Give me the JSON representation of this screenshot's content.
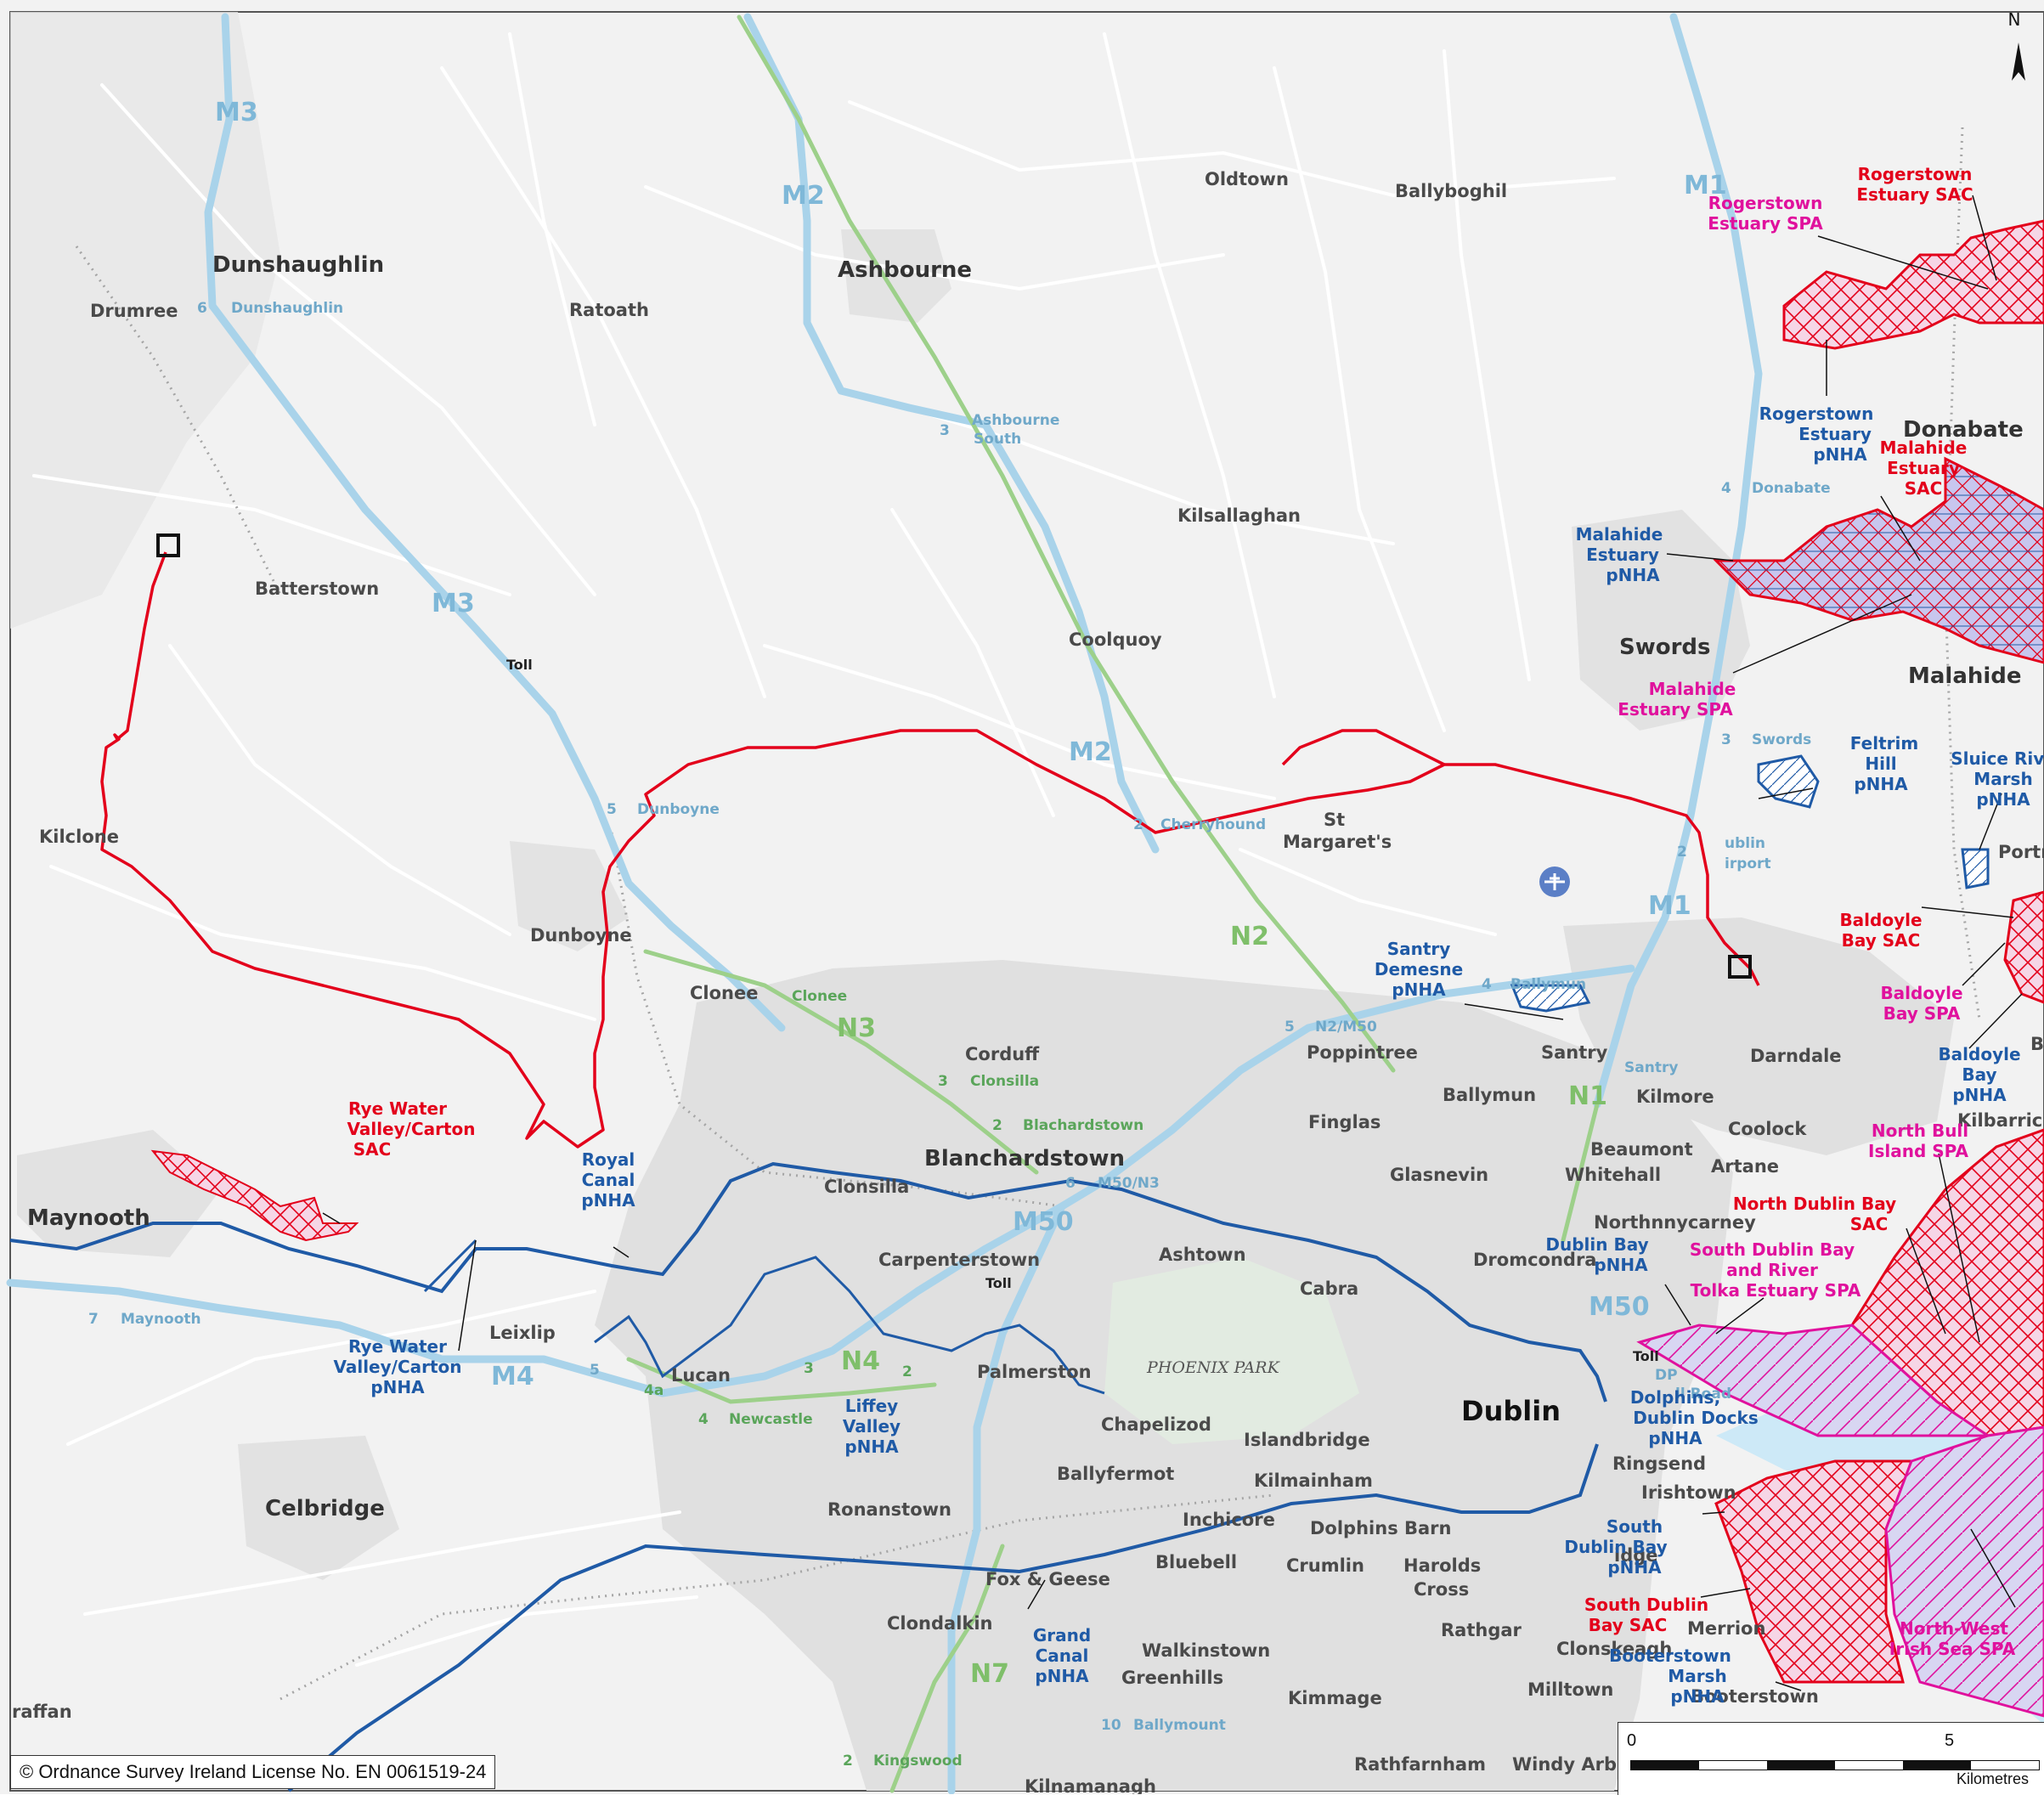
{
  "copyright": "© Ordnance Survey Ireland License No. EN 0061519-24",
  "scale": {
    "zero": "0",
    "five": "5",
    "unit": "Kilometres"
  },
  "north": "N",
  "colors": {
    "route": "#e3001b",
    "canal": "#1f5aa6",
    "sac": "#e3001b",
    "spa": "#e0119d",
    "pnha": "#1f5aa6",
    "motorway": "#a9d3ea",
    "national_road": "#9dd08a",
    "sea": "#cde9f7"
  },
  "roads": {
    "m3_a": "M3",
    "m3_b": "M3",
    "m2_a": "M2",
    "m2_b": "M2",
    "m1_a": "M1",
    "m1_b": "M1",
    "m50_a": "M50",
    "m50_b": "M50",
    "m4": "M4",
    "n2": "N2",
    "n3": "N3",
    "n4": "N4",
    "n7": "N7",
    "n1": "N1"
  },
  "junctions": {
    "j6": "6",
    "dunshaughlin": "Dunshaughlin",
    "j3a": "3",
    "ashbourne_south": "Ashbourne",
    "ashbourne_south2": "South",
    "j4": "4",
    "donabate": "Donabate",
    "j3b": "3",
    "swords": "Swords",
    "j2a": "2",
    "dublin_airport": "ublin",
    "dublin_airport2": "irport",
    "j5a": "5",
    "dunboyne": "Dunboyne",
    "j2b": "2",
    "cherryhound": "Cherryhound",
    "j4b": "4",
    "ballymun": "Ballymun",
    "j5b": "5",
    "n2m50": "N2/M50",
    "santry": "Santry",
    "clonee": "Clonee",
    "j3c": "3",
    "clonsilla": "Clonsilla",
    "j2c": "2",
    "blanchardstown": "Blachardstown",
    "j6b": "6",
    "m50n3": "M50/N3",
    "j7": "7",
    "maynooth": "Maynooth",
    "j5c": "5",
    "j4a": "4a",
    "j4c": "4",
    "newcastle": "Newcastle",
    "j3d": "3",
    "j2d": "2",
    "j10": "10",
    "ballymount": "Ballymount",
    "j2e": "2",
    "kingswood": "Kingswood",
    "port_road": "ll Road",
    "dp": "DP"
  },
  "places": {
    "dunshaughlin": "Dunshaughlin",
    "drumree": "Drumree",
    "ratoath": "Ratoath",
    "ashbourne": "Ashbourne",
    "oldtown": "Oldtown",
    "ballyboghil": "Ballyboghil",
    "batterstown": "Batterstown",
    "kilsallaghan": "Kilsallaghan",
    "coolquoy": "Coolquoy",
    "swords": "Swords",
    "donabate": "Donabate",
    "malahide": "Malahide",
    "kilclone": "Kilclone",
    "st_margarets1": "St",
    "st_margarets2": "Margaret's",
    "dunboyne": "Dunboyne",
    "clonee": "Clonee",
    "corduff": "Corduff",
    "poppintree": "Poppintree",
    "santry": "Santry",
    "ballymun": "Ballymun",
    "kilmore": "Kilmore",
    "darndale": "Darndale",
    "finglas": "Finglas",
    "coolock": "Coolock",
    "kilbarrick": "Kilbarrick",
    "beaumont": "Beaumont",
    "artane": "Artane",
    "blanchardstown": "Blanchardstown",
    "glasnevin": "Glasnevin",
    "whitehall": "Whitehall",
    "clonsilla": "Clonsilla",
    "maynooth": "Maynooth",
    "northnnycarney": "Northnnycarney",
    "drumcondra": "Dromcondra",
    "carpenterstown": "Carpenterstown",
    "ashtown": "Ashtown",
    "cabra": "Cabra",
    "leixlip": "Leixlip",
    "lucan": "Lucan",
    "palmerston": "Palmerston",
    "dublin": "Dublin",
    "chapelizod": "Chapelizod",
    "islandbridge": "Islandbridge",
    "ringsend": "Ringsend",
    "celbridge": "Celbridge",
    "ballyfermot": "Ballyfermot",
    "kilmainham": "Kilmainham",
    "irishtown": "Irishtown",
    "ronanstown": "Ronanstown",
    "inchicore": "Inchicore",
    "dolphins_barn": "Dolphins Barn",
    "bluebell": "Bluebell",
    "crumlin": "Crumlin",
    "harolds_cross1": "Harolds",
    "harolds_cross2": "Cross",
    "ridge": "idge",
    "fox_geese": "Fox & Geese",
    "clondalkin": "Clondalkin",
    "rathgar": "Rathgar",
    "merrion": "Merrion",
    "walkinstown": "Walkinstown",
    "greenhills": "Greenhills",
    "clonskeagh": "Clonskeagh",
    "kimmage": "Kimmage",
    "milltown": "Milltown",
    "booterstown": "Booterstown",
    "straffan": "raffan",
    "rathfarnham": "Rathfarnham",
    "windy_arbour": "Windy Arb",
    "kilnamanagh": "Kilnamanagh",
    "baldoyle_b": "B",
    "portmarnock": "Portm",
    "phoenix_park": "PHOENIX PARK"
  },
  "tolls": {
    "m3": "Toll",
    "m50": "Toll",
    "m50e": "Toll"
  },
  "designations": {
    "rogerstown_sac": [
      "Rogerstown",
      "Estuary SAC"
    ],
    "rogerstown_spa": [
      "Rogerstown",
      "Estuary SPA"
    ],
    "rogerstown_pnha": [
      "Rogerstown",
      "Estuary",
      "pNHA"
    ],
    "malahide_sac": [
      "Malahide",
      "Estuary",
      "SAC"
    ],
    "malahide_pnha": [
      "Malahide",
      "Estuary",
      "pNHA"
    ],
    "malahide_spa": [
      "Malahide",
      "Estuary SPA"
    ],
    "feltrim_pnha": [
      "Feltrim",
      "Hill",
      "pNHA"
    ],
    "sluice_pnha": [
      "Sluice Rive",
      "Marsh",
      "pNHA"
    ],
    "baldoyle_sac": [
      "Baldoyle",
      "Bay SAC"
    ],
    "baldoyle_spa": [
      "Baldoyle",
      "Bay SPA"
    ],
    "baldoyle_pnha": [
      "Baldoyle",
      "Bay",
      "pNHA"
    ],
    "santry_pnha": [
      "Santry",
      "Demesne",
      "pNHA"
    ],
    "north_bull_spa": [
      "North Bull",
      "Island SPA"
    ],
    "north_dublin_sac": [
      "North Dublin Bay",
      "SAC"
    ],
    "south_dublin_spa": [
      "South Dublin Bay",
      "and River",
      "Tolka Estuary SPA"
    ],
    "dublin_bay_pnha": [
      "Dublin Bay",
      "pNHA"
    ],
    "rye_sac": [
      "Rye Water",
      "Valley/Carton",
      "SAC"
    ],
    "royal_canal_pnha": [
      "Royal",
      "Canal",
      "pNHA"
    ],
    "rye_pnha": [
      "Rye Water",
      "Valley/Carton",
      "pNHA"
    ],
    "liffey_pnha": [
      "Liffey",
      "Valley",
      "pNHA"
    ],
    "dolphins_pnha": [
      "Dolphins,",
      "Dublin Docks",
      "pNHA"
    ],
    "south_dublin_pnha": [
      "South",
      "Dublin Bay",
      "pNHA"
    ],
    "south_dublin_sac": [
      "South Dublin",
      "Bay SAC"
    ],
    "booterstown_pnha": [
      "Booterstown",
      "Marsh",
      "pNHA"
    ],
    "grand_canal_pnha": [
      "Grand",
      "Canal",
      "pNHA"
    ],
    "nw_irish_sea_spa": [
      "North-West",
      "Irish Sea SPA"
    ]
  }
}
